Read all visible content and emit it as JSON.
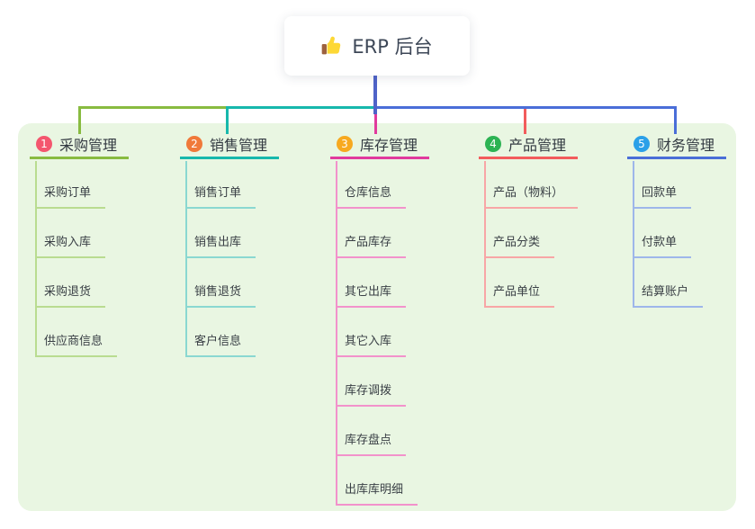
{
  "root": {
    "title": "ERP 后台",
    "icon": "thumbs-up-icon"
  },
  "colors": {
    "page_bg": "#ffffff",
    "panel_bg": "#e9f6e2",
    "root_line": "#4f63c8",
    "root_text": "#3d4757",
    "node_text": "#323941"
  },
  "branches": [
    {
      "index": "1",
      "label": "采购管理",
      "badge_color": "#f4566e",
      "line_color": "#88bb40",
      "child_line_color": "#b9dc90",
      "children": [
        "采购订单",
        "采购入库",
        "采购退货",
        "供应商信息"
      ]
    },
    {
      "index": "2",
      "label": "销售管理",
      "badge_color": "#f0793a",
      "line_color": "#17b8ac",
      "child_line_color": "#8ad8d1",
      "children": [
        "销售订单",
        "销售出库",
        "销售退货",
        "客户信息"
      ]
    },
    {
      "index": "3",
      "label": "库存管理",
      "badge_color": "#f7a920",
      "line_color": "#e13a9d",
      "child_line_color": "#f292cb",
      "children": [
        "仓库信息",
        "产品库存",
        "其它出库",
        "其它入库",
        "库存调拨",
        "库存盘点",
        "出库库明细"
      ]
    },
    {
      "index": "4",
      "label": "产品管理",
      "badge_color": "#2cb353",
      "line_color": "#f25c5c",
      "child_line_color": "#f8a6a6",
      "children": [
        "产品（物料）",
        "产品分类",
        "产品单位"
      ]
    },
    {
      "index": "5",
      "label": "财务管理",
      "badge_color": "#2ba0e8",
      "line_color": "#4a6ed8",
      "child_line_color": "#9eb6ea",
      "children": [
        "回款单",
        "付款单",
        "结算账户"
      ]
    }
  ]
}
